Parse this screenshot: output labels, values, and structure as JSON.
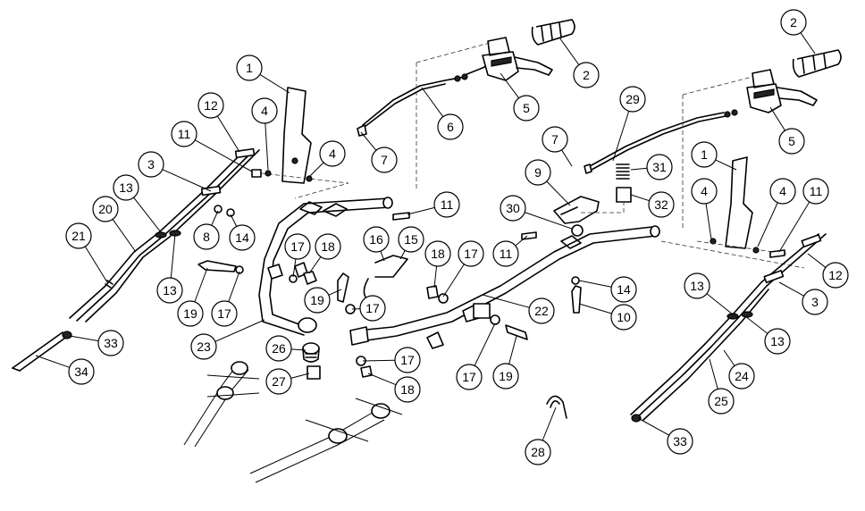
{
  "diagram": {
    "callouts": [
      {
        "label": "1"
      },
      {
        "label": "12"
      },
      {
        "label": "4"
      },
      {
        "label": "11"
      },
      {
        "label": "4"
      },
      {
        "label": "3"
      },
      {
        "label": "13"
      },
      {
        "label": "20"
      },
      {
        "label": "21"
      },
      {
        "label": "13"
      },
      {
        "label": "8"
      },
      {
        "label": "14"
      },
      {
        "label": "17"
      },
      {
        "label": "18"
      },
      {
        "label": "16"
      },
      {
        "label": "15"
      },
      {
        "label": "19"
      },
      {
        "label": "17"
      },
      {
        "label": "19"
      },
      {
        "label": "17"
      },
      {
        "label": "23"
      },
      {
        "label": "26"
      },
      {
        "label": "27"
      },
      {
        "label": "17"
      },
      {
        "label": "18"
      },
      {
        "label": "33"
      },
      {
        "label": "34"
      },
      {
        "label": "7"
      },
      {
        "label": "6"
      },
      {
        "label": "5"
      },
      {
        "label": "2"
      },
      {
        "label": "2"
      },
      {
        "label": "5"
      },
      {
        "label": "29"
      },
      {
        "label": "7"
      },
      {
        "label": "9"
      },
      {
        "label": "31"
      },
      {
        "label": "32"
      },
      {
        "label": "30"
      },
      {
        "label": "11"
      },
      {
        "label": "11"
      },
      {
        "label": "18"
      },
      {
        "label": "17"
      },
      {
        "label": "22"
      },
      {
        "label": "17"
      },
      {
        "label": "19"
      },
      {
        "label": "14"
      },
      {
        "label": "10"
      },
      {
        "label": "1"
      },
      {
        "label": "4"
      },
      {
        "label": "4"
      },
      {
        "label": "11"
      },
      {
        "label": "12"
      },
      {
        "label": "3"
      },
      {
        "label": "13"
      },
      {
        "label": "13"
      },
      {
        "label": "24"
      },
      {
        "label": "25"
      },
      {
        "label": "33"
      },
      {
        "label": "28"
      }
    ]
  }
}
